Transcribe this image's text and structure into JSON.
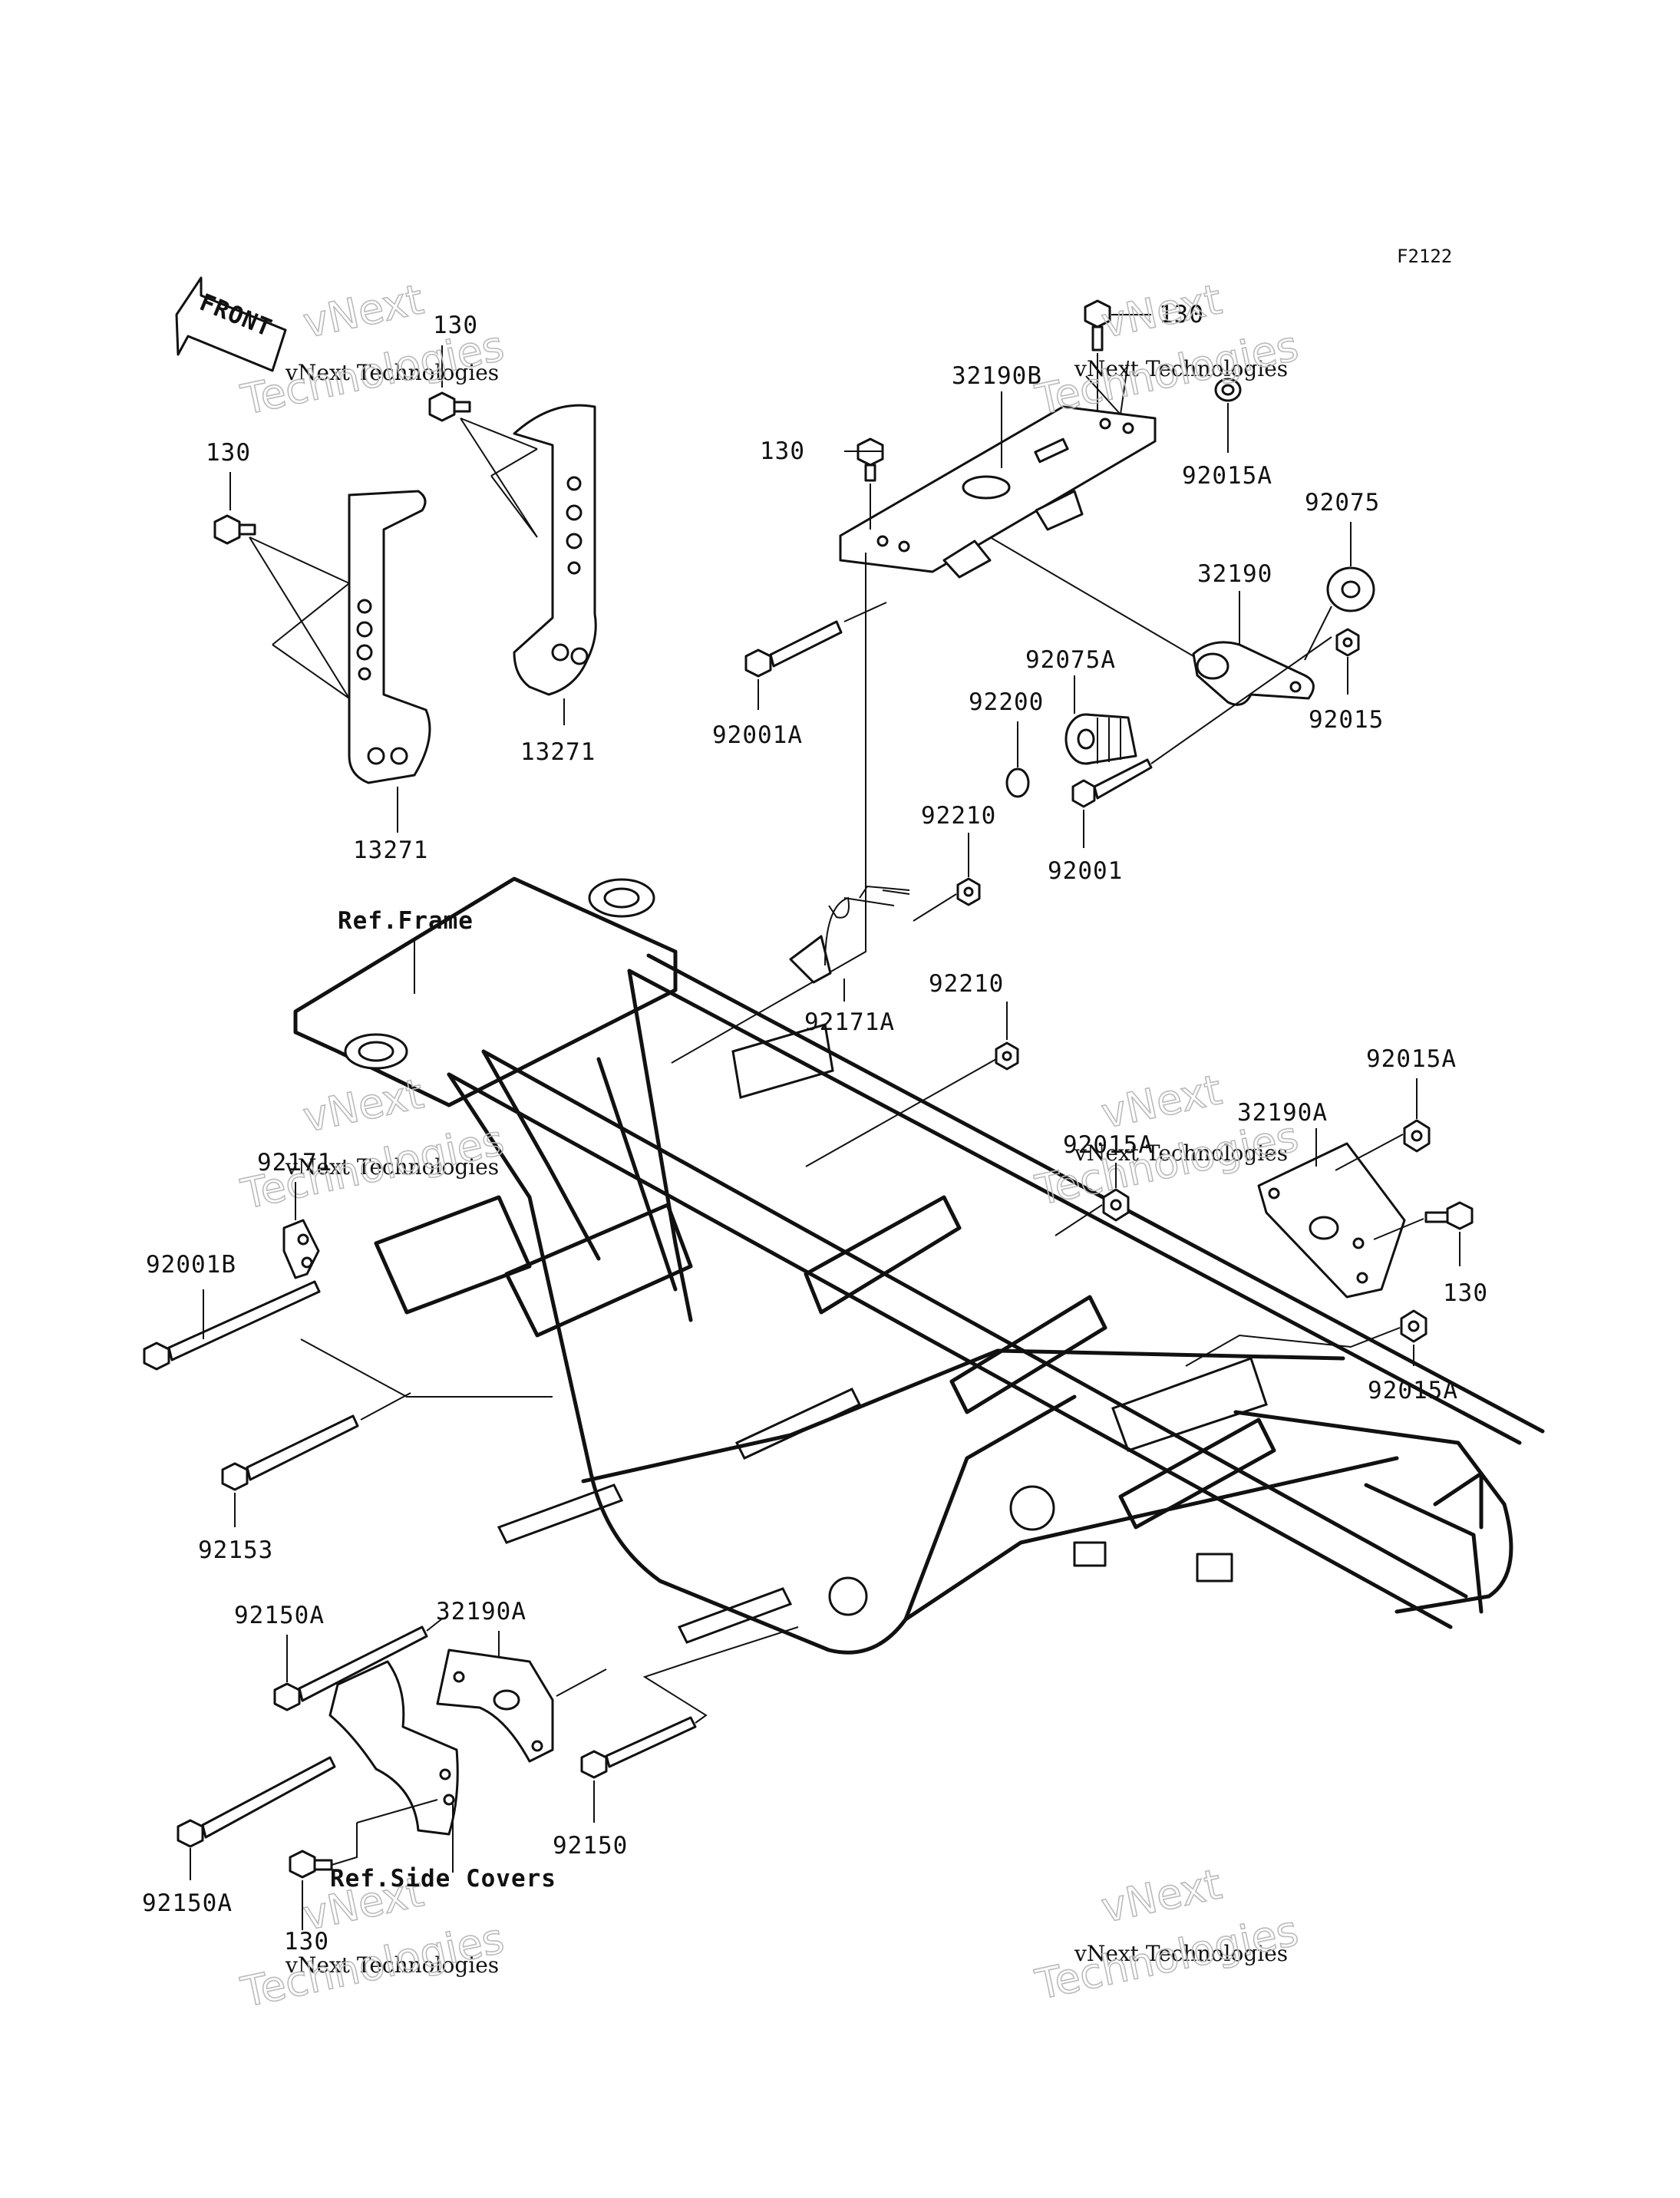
{
  "diagram_code": "F2122",
  "front_arrow": {
    "label": "FRONT",
    "icon": "front-direction-arrow-icon"
  },
  "labels": {
    "p130_a": "130",
    "p130_b": "130",
    "p130_c": "130",
    "p130_d": "130",
    "p130_e": "130",
    "p130_f": "130",
    "p13271_a": "13271",
    "p13271_b": "13271",
    "p32190B": "32190B",
    "p92015A_a": "92015A",
    "p92075": "92075",
    "p32190": "32190",
    "p92075A": "92075A",
    "p92200": "92200",
    "p92015": "92015",
    "p92001A": "92001A",
    "p92001": "92001",
    "p92210_a": "92210",
    "p92210_b": "92210",
    "p92171A": "92171A",
    "ref_frame": "Ref.Frame",
    "p92171": "92171",
    "p92015A_b": "92015A",
    "p92015A_c": "92015A",
    "p32190A_a": "32190A",
    "p92015A_d": "92015A",
    "p92001B": "92001B",
    "p92153": "92153",
    "p92150A_a": "92150A",
    "p32190A_b": "32190A",
    "p92150": "92150",
    "p92150A_b": "92150A",
    "ref_side_covers": "Ref.Side Covers"
  },
  "watermark": {
    "line1": "vNext Technologies",
    "line2": "vNext",
    "line3": "Technologies"
  }
}
